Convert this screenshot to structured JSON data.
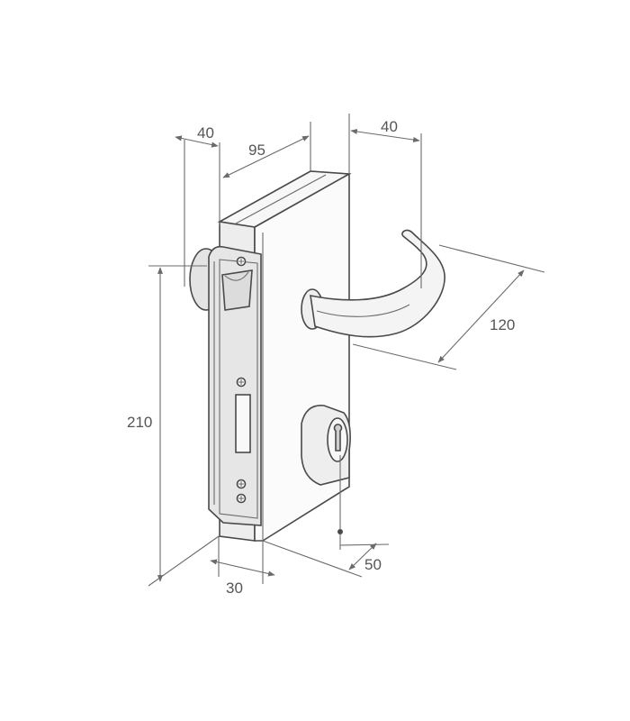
{
  "dimensions": {
    "d40_left": "40",
    "d95": "95",
    "d40_right": "40",
    "d120": "120",
    "d210": "210",
    "d30": "30",
    "d50": "50"
  },
  "colors": {
    "line": "#6b6b6b",
    "outline": "#4a4a4a",
    "face_plate": "#e9e9e9",
    "handle": "#f4f4f4",
    "text": "#555555"
  }
}
